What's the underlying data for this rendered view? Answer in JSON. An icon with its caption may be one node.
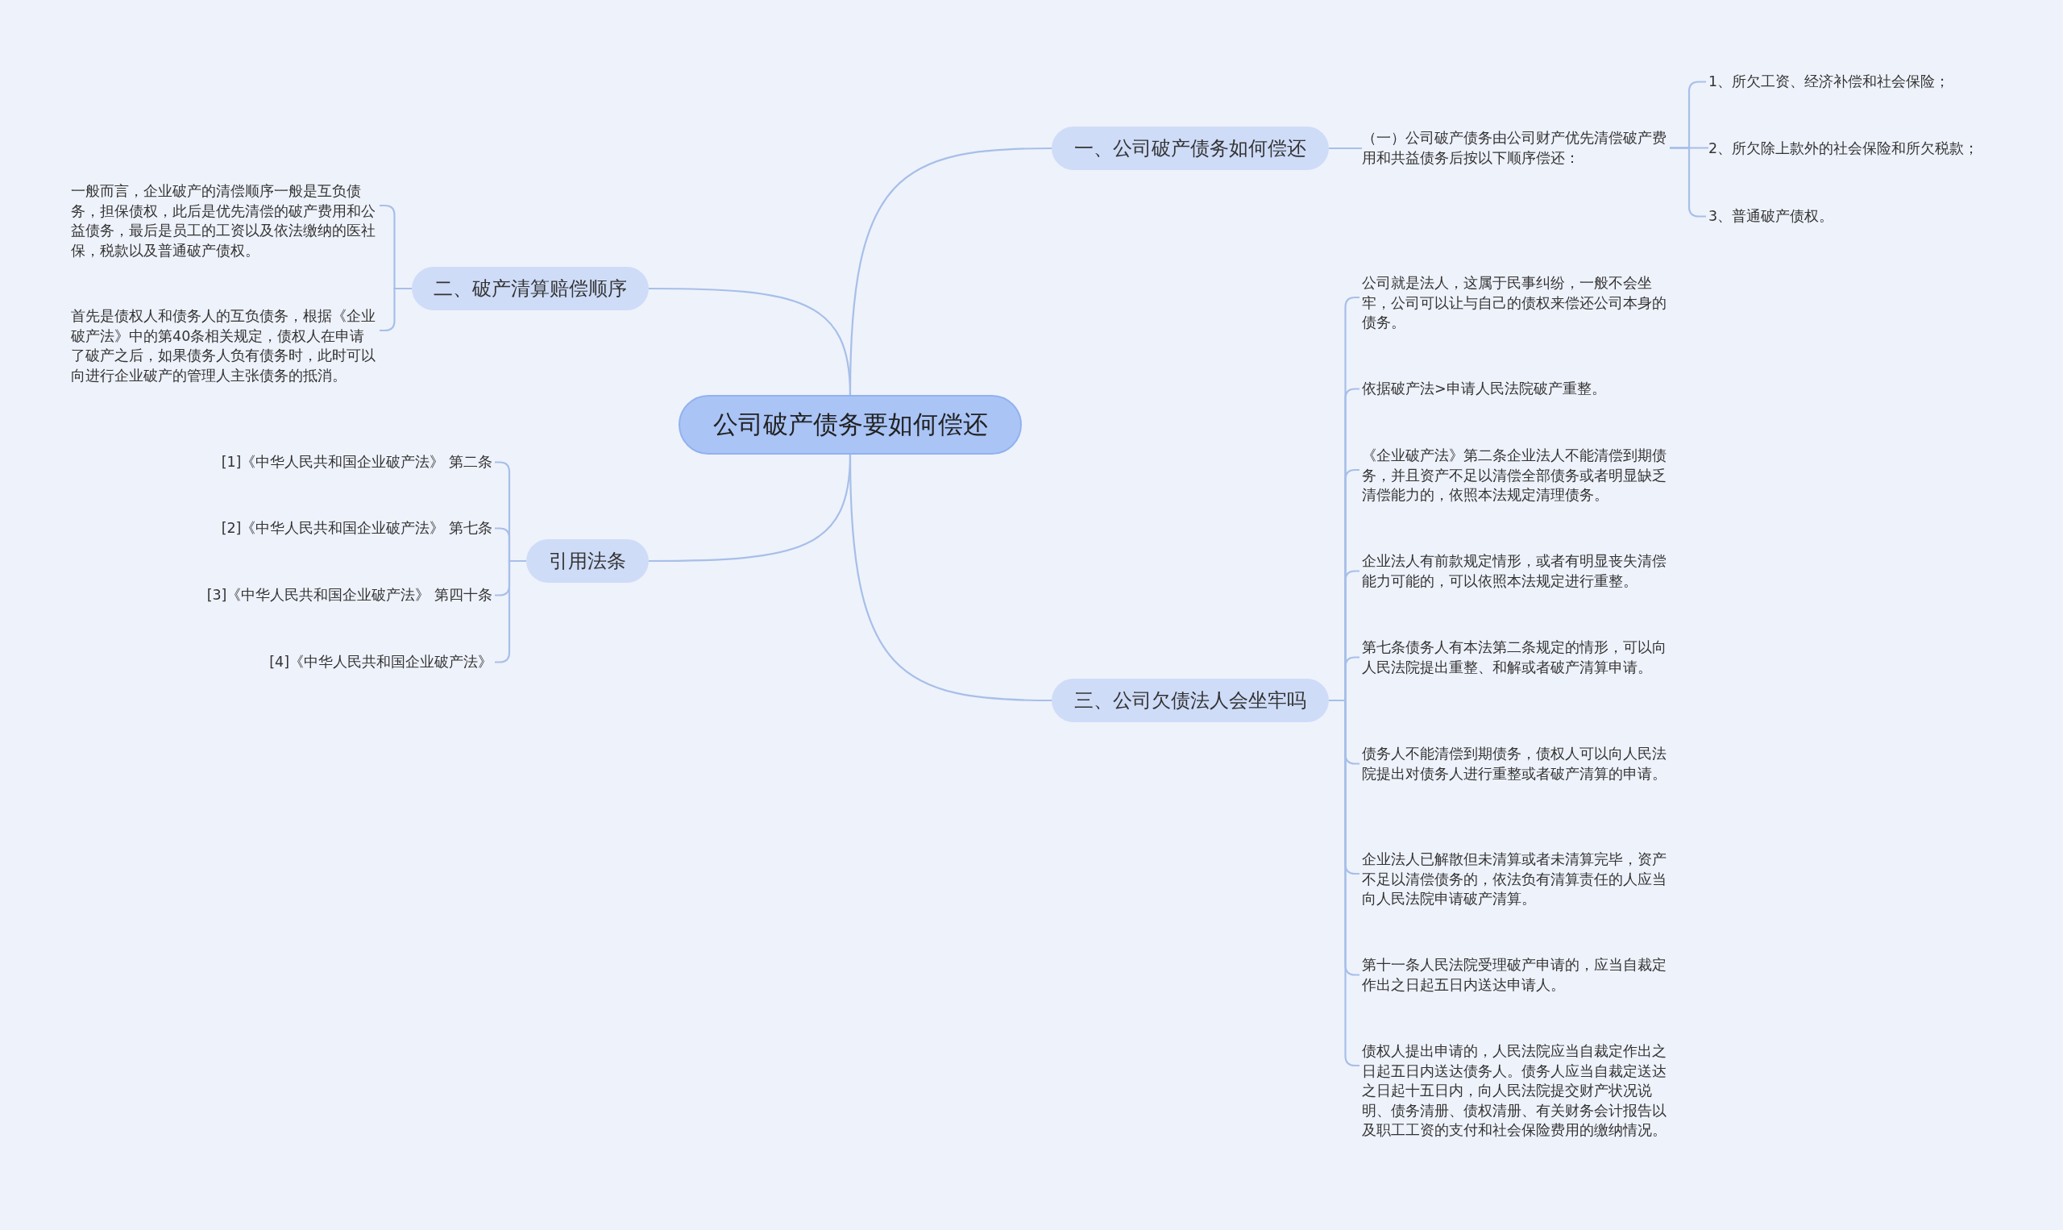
{
  "diagram": {
    "nodes": [
      {
        "text": [
          "公司破产债务要如何偿还"
        ]
      },
      {
        "text": [
          "一、公司破产债务如何偿还"
        ]
      },
      {
        "text": [
          "（一）公司破产债务由公司财产优先清偿破产费用和共益债务后按以下顺序偿还："
        ]
      },
      {
        "text": [
          "1、所欠工资、经济补偿和社会保险；"
        ]
      },
      {
        "text": [
          "2、所欠除上款外的社会保险和所欠税款；"
        ]
      },
      {
        "text": [
          "3、普通破产债权。"
        ]
      },
      {
        "text": [
          "二、破产清算赔偿顺序"
        ]
      },
      {
        "text": [
          "一般而言，企业破产的清偿顺序一般是互负债务，担保债权，此后是优先清偿的破产费用和公益债务，最后是员工的工资以及依法缴纳的医社保，税款以及普通破产债权。"
        ]
      },
      {
        "text": [
          "首先是债权人和债务人的互负债务，根据《企业破产法》中的第40条相关规定，债权人在申请了破产之后，如果债务人负有债务时，此时可以向进行企业破产的管理人主张债务的抵消。"
        ]
      },
      {
        "text": [
          "引用法条"
        ]
      },
      {
        "text": [
          "[1]《中华人民共和国企业破产法》 第二条"
        ]
      },
      {
        "text": [
          "[2]《中华人民共和国企业破产法》 第七条"
        ]
      },
      {
        "text": [
          "[3]《中华人民共和国企业破产法》 第四十条"
        ]
      },
      {
        "text": [
          "[4]《中华人民共和国企业破产法》"
        ]
      },
      {
        "text": [
          "三、公司欠债法人会坐牢吗"
        ]
      },
      {
        "text": [
          "公司就是法人，这属于民事纠纷，一般不会坐牢，公司可以让与自己的债权来偿还公司本身的债务。"
        ]
      },
      {
        "text": [
          "依据破产法>申请人民法院破产重整。"
        ]
      },
      {
        "text": [
          "《企业破产法》第二条企业法人不能清偿到期债务，并且资产不足以清偿全部债务或者明显缺乏清偿能力的，依照本法规定清理债务。"
        ]
      },
      {
        "text": [
          "企业法人有前款规定情形，或者有明显丧失清偿能力可能的，可以依照本法规定进行重整。"
        ]
      },
      {
        "text": [
          "第七条债务人有本法第二条规定的情形，可以向人民法院提出重整、和解或者破产清算申请。"
        ]
      },
      {
        "text": [
          "债务人不能清偿到期债务，债权人可以向人民法院提出对债务人进行重整或者破产清算的申请。"
        ]
      },
      {
        "text": [
          "企业法人已解散但未清算或者未清算完毕，资产不足以清偿债务的，依法负有清算责任的人应当向人民法院申请破产清算。"
        ]
      },
      {
        "text": [
          "第十一条人民法院受理破产申请的，应当自裁定作出之日起五日内送达申请人。"
        ]
      },
      {
        "text": [
          "债权人提出申请的，人民法院应当自裁定作出之日起五日内送达债务人。债务人应当自裁定送达之日起十五日内，向人民法院提交财产状况说明、债务清册、债权清册、有关财务会计报告以及职工工资的支付和社会保险费用的缴纳情况。"
        ]
      }
    ],
    "edges": [
      {
        "from": 0,
        "to": 1,
        "arrow": "none"
      },
      {
        "from": 1,
        "to": 2,
        "arrow": "none"
      },
      {
        "from": 2,
        "to": 3,
        "arrow": "none"
      },
      {
        "from": 2,
        "to": 4,
        "arrow": "none"
      },
      {
        "from": 2,
        "to": 5,
        "arrow": "none"
      },
      {
        "from": 0,
        "to": 6,
        "arrow": "none"
      },
      {
        "from": 6,
        "to": 7,
        "arrow": "none"
      },
      {
        "from": 6,
        "to": 8,
        "arrow": "none"
      },
      {
        "from": 0,
        "to": 9,
        "arrow": "none"
      },
      {
        "from": 9,
        "to": 10,
        "arrow": "none"
      },
      {
        "from": 9,
        "to": 11,
        "arrow": "none"
      },
      {
        "from": 9,
        "to": 12,
        "arrow": "none"
      },
      {
        "from": 9,
        "to": 13,
        "arrow": "none"
      },
      {
        "from": 0,
        "to": 14,
        "arrow": "none"
      },
      {
        "from": 14,
        "to": 15,
        "arrow": "none"
      },
      {
        "from": 14,
        "to": 16,
        "arrow": "none"
      },
      {
        "from": 14,
        "to": 17,
        "arrow": "none"
      },
      {
        "from": 14,
        "to": 18,
        "arrow": "none"
      },
      {
        "from": 14,
        "to": 19,
        "arrow": "none"
      },
      {
        "from": 14,
        "to": 20,
        "arrow": "none"
      },
      {
        "from": 14,
        "to": 21,
        "arrow": "none"
      },
      {
        "from": 14,
        "to": 22,
        "arrow": "none"
      },
      {
        "from": 14,
        "to": 23,
        "arrow": "none"
      }
    ]
  }
}
